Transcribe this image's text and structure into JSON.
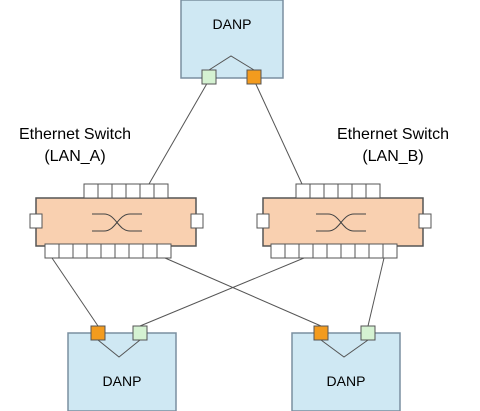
{
  "nodes": {
    "top": {
      "label": "DANP"
    },
    "bottom_left": {
      "label": "DANP"
    },
    "bottom_right": {
      "label": "DANP"
    }
  },
  "switches": {
    "a": {
      "title": "Ethernet Switch",
      "subtitle": "(LAN_A)"
    },
    "b": {
      "title": "Ethernet Switch",
      "subtitle": "(LAN_B)"
    }
  },
  "colors": {
    "node_fill": "#cfe8f3",
    "node_stroke": "#7a8fa0",
    "switch_fill": "#f9d0b0",
    "switch_stroke": "#555555",
    "port_lan_a": "#d5f2d2",
    "port_lan_b": "#f39b1e",
    "port_switch": "#ffffff",
    "line": "#555555"
  }
}
